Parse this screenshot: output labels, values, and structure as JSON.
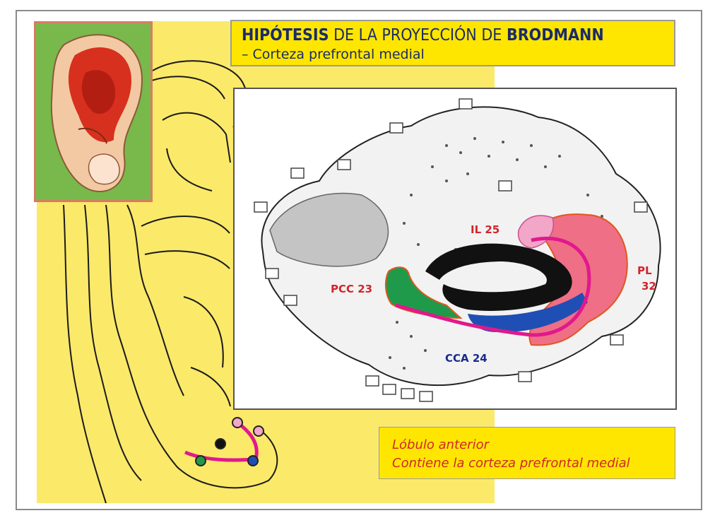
{
  "title": {
    "part1_bold": "HIPÓTESIS",
    "part2": " DE LA PROYECCIÓN DE ",
    "part3_bold": "BRODMANN",
    "subtitle": "– Corteza prefrontal medial"
  },
  "brain_labels": {
    "il25": "IL 25",
    "pl32_line1": "PL",
    "pl32_line2": "32",
    "pcc23": "PCC 23",
    "cca24": "CCA 24"
  },
  "info": {
    "line1": "Lóbulo anterior",
    "line2": "Contiene la corteza prefrontal medial"
  },
  "colors": {
    "title_text": "#1a2b6a",
    "highlight_yellow": "#ffe600",
    "panel_yellow": "#fbe96a",
    "label_red": "#d0262d",
    "label_blue": "#1a2b8a",
    "magenta_line": "#e0198c",
    "pl_pink": "#ef6f86",
    "il_pink": "#f2a6c8",
    "cca_blue": "#1f4fb4",
    "pcc_green": "#1f9a4a",
    "corpus_callosum": "#111111"
  }
}
